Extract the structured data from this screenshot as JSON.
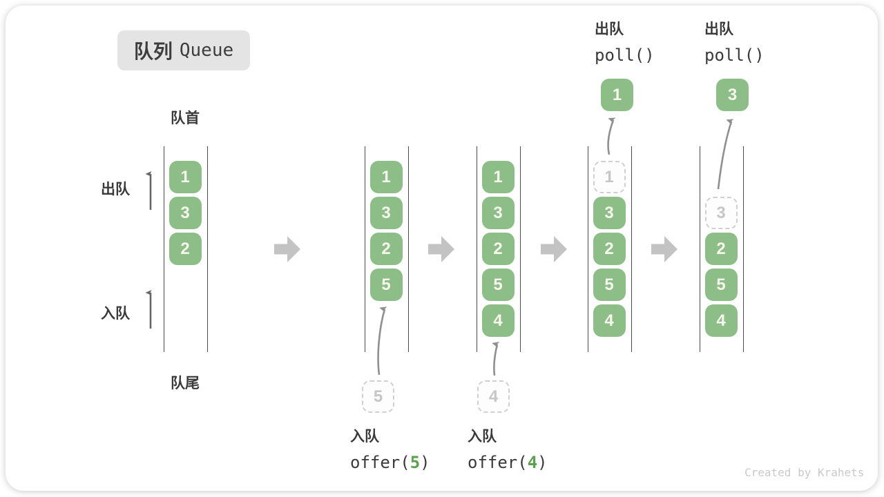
{
  "title": {
    "zh": "队列",
    "en": "Queue"
  },
  "side_labels": {
    "front": "队首",
    "rear": "队尾",
    "dequeue": "出队",
    "enqueue": "入队"
  },
  "watermark": "Created by Krahets",
  "colors": {
    "item_green": "#8ebe87",
    "item_text": "#f6f6ee",
    "code_arg_green": "#5ca14f",
    "ghost_gray": "#c6c6c6",
    "column_line": "#4a4a4a",
    "step_arrow_gray": "#c3c3c3",
    "curve_arrow_gray": "#8f8f8f"
  },
  "states": [
    {
      "name": "initial",
      "items": [
        {
          "value": "1",
          "style": "filled"
        },
        {
          "value": "3",
          "style": "filled"
        },
        {
          "value": "2",
          "style": "filled"
        }
      ]
    },
    {
      "name": "after-offer-5",
      "items": [
        {
          "value": "1",
          "style": "filled"
        },
        {
          "value": "3",
          "style": "filled"
        },
        {
          "value": "2",
          "style": "filled"
        },
        {
          "value": "5",
          "style": "filled"
        }
      ],
      "incoming": {
        "value": "5"
      },
      "operation_bottom": {
        "label": "入队",
        "code_before": "offer(",
        "arg": "5",
        "code_after": ")"
      }
    },
    {
      "name": "after-offer-4",
      "items": [
        {
          "value": "1",
          "style": "filled"
        },
        {
          "value": "3",
          "style": "filled"
        },
        {
          "value": "2",
          "style": "filled"
        },
        {
          "value": "5",
          "style": "filled"
        },
        {
          "value": "4",
          "style": "filled"
        }
      ],
      "incoming": {
        "value": "4"
      },
      "operation_bottom": {
        "label": "入队",
        "code_before": "offer(",
        "arg": "4",
        "code_after": ")"
      }
    },
    {
      "name": "after-poll-1",
      "items": [
        {
          "value": "1",
          "style": "ghost"
        },
        {
          "value": "3",
          "style": "filled"
        },
        {
          "value": "2",
          "style": "filled"
        },
        {
          "value": "5",
          "style": "filled"
        },
        {
          "value": "4",
          "style": "filled"
        }
      ],
      "outgoing": {
        "value": "1"
      },
      "operation_top": {
        "label": "出队",
        "code": "poll()"
      }
    },
    {
      "name": "after-poll-3",
      "items": [
        {
          "value": "",
          "style": "empty"
        },
        {
          "value": "3",
          "style": "ghost"
        },
        {
          "value": "2",
          "style": "filled"
        },
        {
          "value": "5",
          "style": "filled"
        },
        {
          "value": "4",
          "style": "filled"
        }
      ],
      "outgoing": {
        "value": "3"
      },
      "operation_top": {
        "label": "出队",
        "code": "poll()"
      }
    }
  ]
}
